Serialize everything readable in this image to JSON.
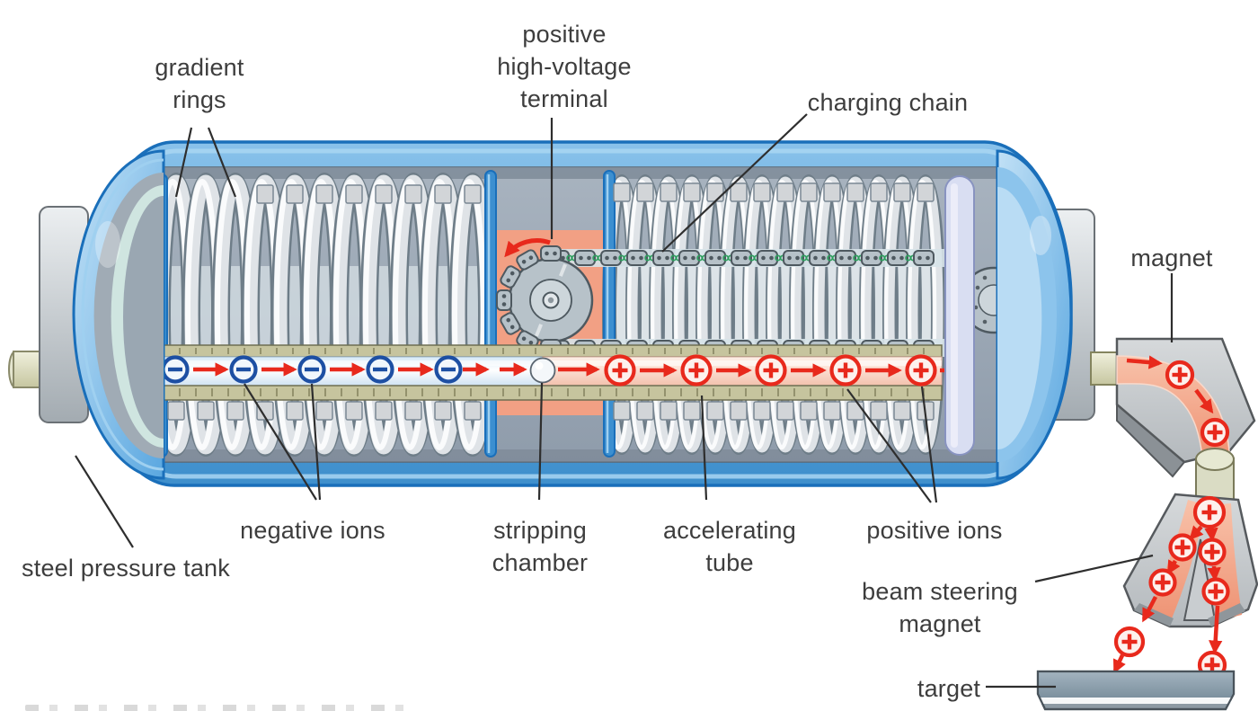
{
  "labels": {
    "gradient_rings": "gradient\nrings",
    "positive_high_voltage_terminal": "positive\nhigh-voltage\nterminal",
    "charging_chain": "charging chain",
    "magnet": "magnet",
    "negative_ions": "negative ions",
    "stripping_chamber": "stripping\nchamber",
    "accelerating_tube": "accelerating\ntube",
    "positive_ions": "positive ions",
    "steel_pressure_tank": "steel pressure tank",
    "beam_steering_magnet": "beam steering\nmagnet",
    "target": "target"
  },
  "symbols": {
    "negative_ion": "−",
    "positive_ion": "+"
  },
  "counts": {
    "negative_ions_in_tank": 5,
    "positive_ions_in_tank": 5,
    "positive_ions_in_bending_magnet": 2,
    "positive_ions_in_steering_magnet": 5,
    "positive_ions_near_target": 2
  },
  "colors": {
    "tank_blue": "#58a6de",
    "tank_outline": "#1a6fba",
    "interior_gray": "#97a5b2",
    "terminal_salmon": "#f2a084",
    "ring_silver": "#e6e9ec",
    "rail_olive": "#c6c49e",
    "beam_left": "#eaf3fb",
    "beam_right": "#f6c9b6",
    "ion_negative": "#1d4fa3",
    "ion_positive": "#e8291c",
    "arrow_red": "#e8291c",
    "chain_green": "#2f9e5f",
    "chain_gray": "#b6c1c8",
    "magnet_gray": "#c6cacd",
    "tube_beige": "#d9dcc0",
    "target_gray": "#93a7b4",
    "label_text": "#3d3d3d"
  }
}
